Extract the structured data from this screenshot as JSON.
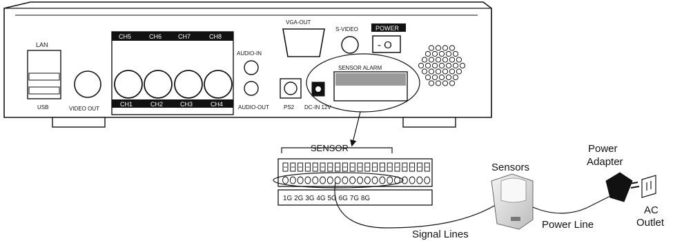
{
  "device": {
    "lan": "LAN",
    "usb": "USB",
    "video_out": "VIDEO OUT",
    "ch_top": [
      "CH5",
      "CH6",
      "CH7",
      "CH8"
    ],
    "ch_bottom": [
      "CH1",
      "CH2",
      "CH3",
      "CH4"
    ],
    "audio_in": "AUDIO-IN",
    "audio_out": "AUDIO-OUT",
    "ps2": "PS2",
    "dc_in": "DC-IN 12V",
    "vga_out": "VGA-OUT",
    "s_video": "S-VIDEO",
    "power": "POWER",
    "power_switch": "- O",
    "sensor_alarm": "SENSOR ALARM"
  },
  "terminal": {
    "title": "SENSOR",
    "terminal_labels": "1G 2G 3G 4G 5G 6G 7G 8G"
  },
  "labels": {
    "sensors": "Sensors",
    "power_adapter_1": "Power",
    "power_adapter_2": "Adapter",
    "ac_outlet_1": "AC",
    "ac_outlet_2": "Outlet",
    "signal_lines": "Signal Lines",
    "power_line": "Power Line"
  },
  "colors": {
    "line": "#111111",
    "panel_fill": "#ffffff",
    "label_bar": "#111111",
    "sensor_body": "#e4e4e4"
  }
}
